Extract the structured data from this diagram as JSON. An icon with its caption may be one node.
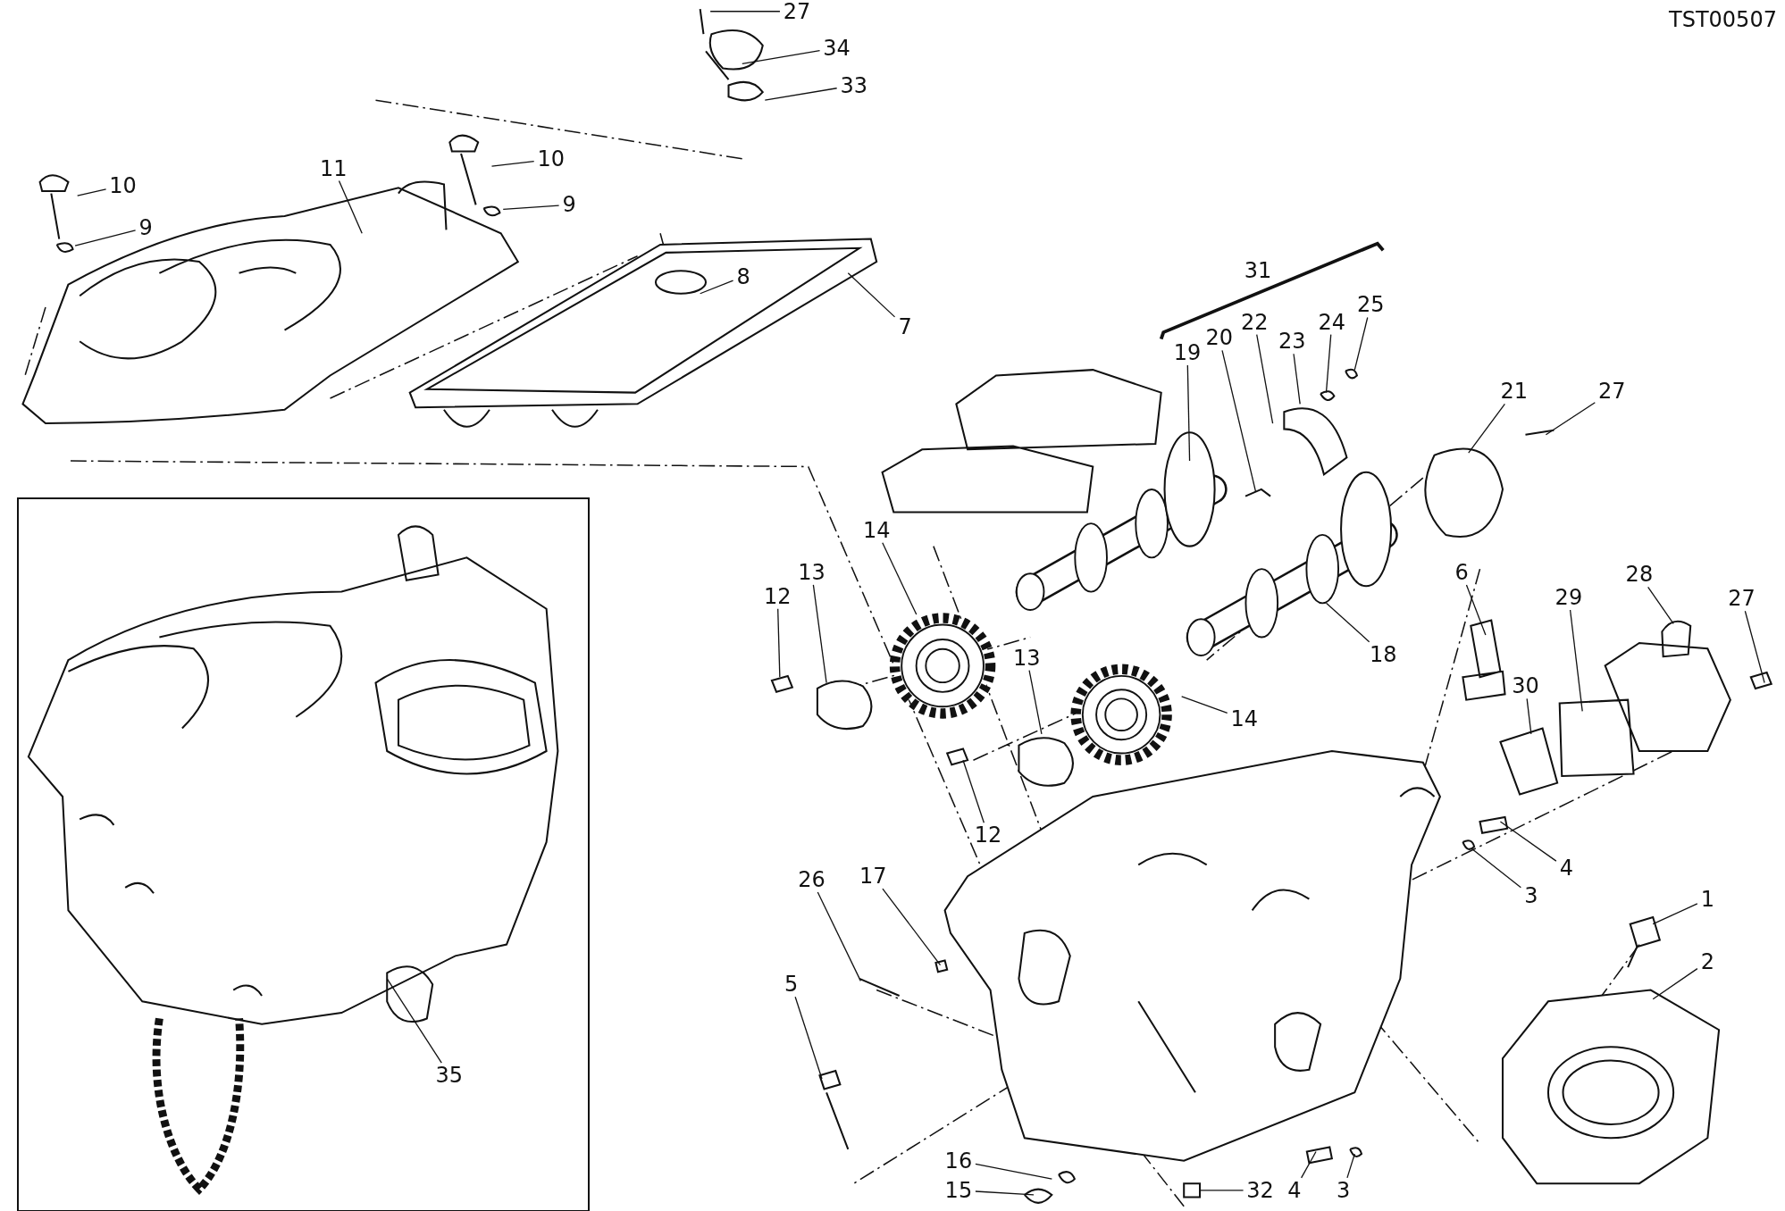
{
  "diagram": {
    "nodes": [
      {
        "text": [
          "27"
        ]
      },
      {
        "text": [
          "34"
        ]
      },
      {
        "text": [
          "33"
        ]
      },
      {
        "text": [
          "10"
        ]
      },
      {
        "text": [
          "9"
        ]
      },
      {
        "text": [
          "11"
        ]
      },
      {
        "text": [
          "10"
        ]
      },
      {
        "text": [
          "9"
        ]
      },
      {
        "text": [
          "8"
        ]
      },
      {
        "text": [
          "7"
        ]
      },
      {
        "text": [
          "19"
        ]
      },
      {
        "text": [
          "20"
        ]
      },
      {
        "text": [
          "22"
        ]
      },
      {
        "text": [
          "23"
        ]
      },
      {
        "text": [
          "24"
        ]
      },
      {
        "text": [
          "25"
        ]
      },
      {
        "text": [
          "21"
        ]
      },
      {
        "text": [
          "27"
        ]
      },
      {
        "text": [],
        "shape": "box"
      },
      {
        "text": [
          "14"
        ]
      },
      {
        "text": [
          "13"
        ]
      },
      {
        "text": [
          "12"
        ]
      },
      {
        "text": [
          "13"
        ]
      },
      {
        "text": [
          "14"
        ]
      },
      {
        "text": [
          "12"
        ]
      },
      {
        "text": [
          "18"
        ]
      },
      {
        "text": [
          "6"
        ]
      },
      {
        "text": [
          "29"
        ]
      },
      {
        "text": [
          "28"
        ]
      },
      {
        "text": [
          "27"
        ]
      },
      {
        "text": [
          "30"
        ]
      },
      {
        "text": [
          "4"
        ]
      },
      {
        "text": [
          "3"
        ]
      },
      {
        "text": [
          "17"
        ]
      },
      {
        "text": [
          "26"
        ]
      },
      {
        "text": [
          "1"
        ]
      },
      {
        "text": [
          "2"
        ]
      },
      {
        "text": [
          "35"
        ],
        "in": 18
      },
      {
        "text": [
          "5"
        ]
      },
      {
        "text": [
          "16"
        ]
      },
      {
        "text": [
          "15"
        ]
      },
      {
        "text": [
          "32"
        ]
      },
      {
        "text": [
          "4"
        ]
      },
      {
        "text": [
          "3"
        ]
      }
    ],
    "edges": [
      {
        "from": 0,
        "to": null,
        "arrow": "none"
      },
      {
        "from": 1,
        "to": null,
        "arrow": "none"
      },
      {
        "from": 2,
        "to": null,
        "arrow": "none"
      },
      {
        "from": 3,
        "to": null,
        "arrow": "none"
      },
      {
        "from": 4,
        "to": null,
        "arrow": "none"
      },
      {
        "from": 5,
        "to": null,
        "arrow": "none"
      },
      {
        "from": 6,
        "to": null,
        "arrow": "none"
      },
      {
        "from": 7,
        "to": null,
        "arrow": "none"
      },
      {
        "from": 8,
        "to": null,
        "arrow": "none"
      },
      {
        "from": 9,
        "to": null,
        "arrow": "none"
      },
      {
        "from": 10,
        "to": null,
        "arrow": "none"
      },
      {
        "from": 11,
        "to": null,
        "arrow": "none"
      },
      {
        "from": 12,
        "to": null,
        "arrow": "none"
      },
      {
        "from": 13,
        "to": null,
        "arrow": "none"
      },
      {
        "from": 14,
        "to": null,
        "arrow": "none"
      },
      {
        "from": 15,
        "to": null,
        "arrow": "none"
      },
      {
        "from": 16,
        "to": null,
        "arrow": "none"
      },
      {
        "from": 17,
        "to": null,
        "arrow": "none"
      },
      {
        "from": 19,
        "to": null,
        "arrow": "none"
      },
      {
        "from": 20,
        "to": null,
        "arrow": "none"
      },
      {
        "from": 21,
        "to": null,
        "arrow": "none"
      },
      {
        "from": 22,
        "to": null,
        "arrow": "none"
      },
      {
        "from": 23,
        "to": null,
        "arrow": "none"
      },
      {
        "from": 24,
        "to": null,
        "arrow": "none"
      },
      {
        "from": 25,
        "to": null,
        "arrow": "none"
      },
      {
        "from": 26,
        "to": null,
        "arrow": "none"
      },
      {
        "from": 27,
        "to": null,
        "arrow": "none"
      },
      {
        "from": 28,
        "to": null,
        "arrow": "none"
      },
      {
        "from": 29,
        "to": null,
        "arrow": "none"
      },
      {
        "from": 30,
        "to": null,
        "arrow": "none"
      },
      {
        "from": 31,
        "to": null,
        "arrow": "none"
      },
      {
        "from": 32,
        "to": null,
        "arrow": "none"
      },
      {
        "from": 33,
        "to": null,
        "arrow": "none"
      },
      {
        "from": 34,
        "to": null,
        "arrow": "none"
      },
      {
        "from": 35,
        "to": null,
        "arrow": "none"
      },
      {
        "from": 36,
        "to": null,
        "arrow": "none"
      },
      {
        "from": 37,
        "to": null,
        "arrow": "none"
      },
      {
        "from": 38,
        "to": null,
        "arrow": "none"
      },
      {
        "from": 39,
        "to": null,
        "arrow": "none"
      },
      {
        "from": 40,
        "to": null,
        "arrow": "none"
      },
      {
        "from": 41,
        "to": null,
        "arrow": "none"
      },
      {
        "from": 42,
        "to": null,
        "arrow": "none"
      },
      {
        "from": 43,
        "to": null,
        "arrow": "none"
      }
    ],
    "labels": [
      "TST00507",
      "31"
    ]
  }
}
